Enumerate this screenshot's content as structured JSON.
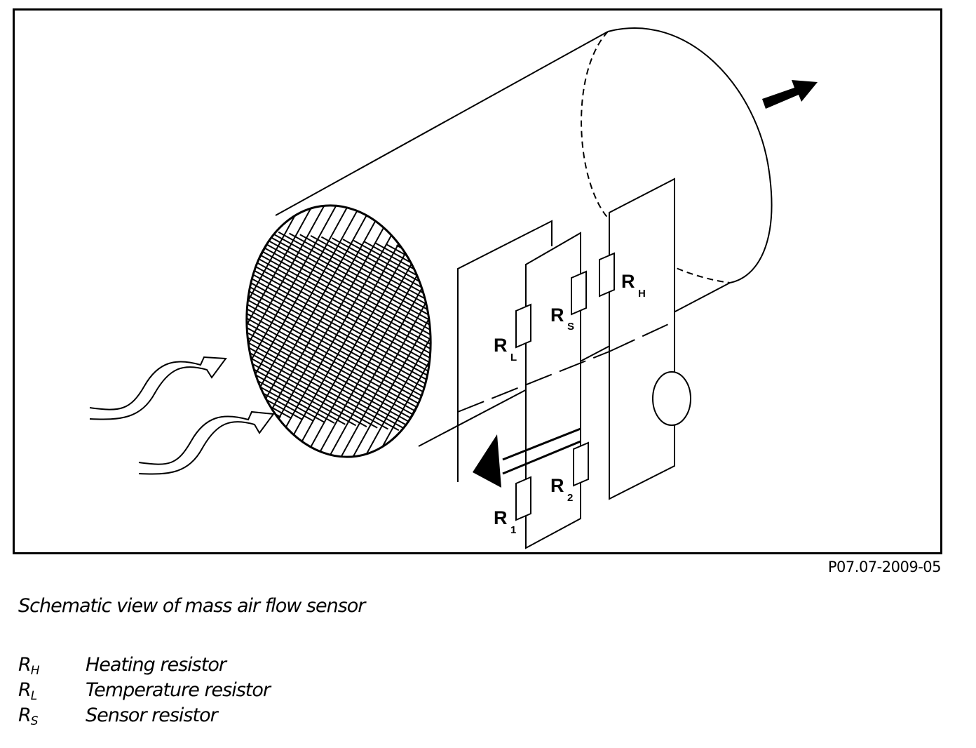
{
  "figure": {
    "labels": {
      "rh": {
        "main": "R",
        "sub": "H"
      },
      "rs": {
        "main": "R",
        "sub": "S"
      },
      "rl": {
        "main": "R",
        "sub": "L"
      },
      "r2": {
        "main": "R",
        "sub": "2"
      },
      "r1": {
        "main": "R",
        "sub": "1"
      }
    },
    "code": "P07.07-2009-05"
  },
  "caption": "Schematic view of mass air flow sensor",
  "legend": [
    {
      "sym": "R",
      "sub": "H",
      "desc": "Heating resistor"
    },
    {
      "sym": "R",
      "sub": "L",
      "desc": "Temperature resistor"
    },
    {
      "sym": "R",
      "sub": "S",
      "desc": "Sensor resistor"
    }
  ]
}
